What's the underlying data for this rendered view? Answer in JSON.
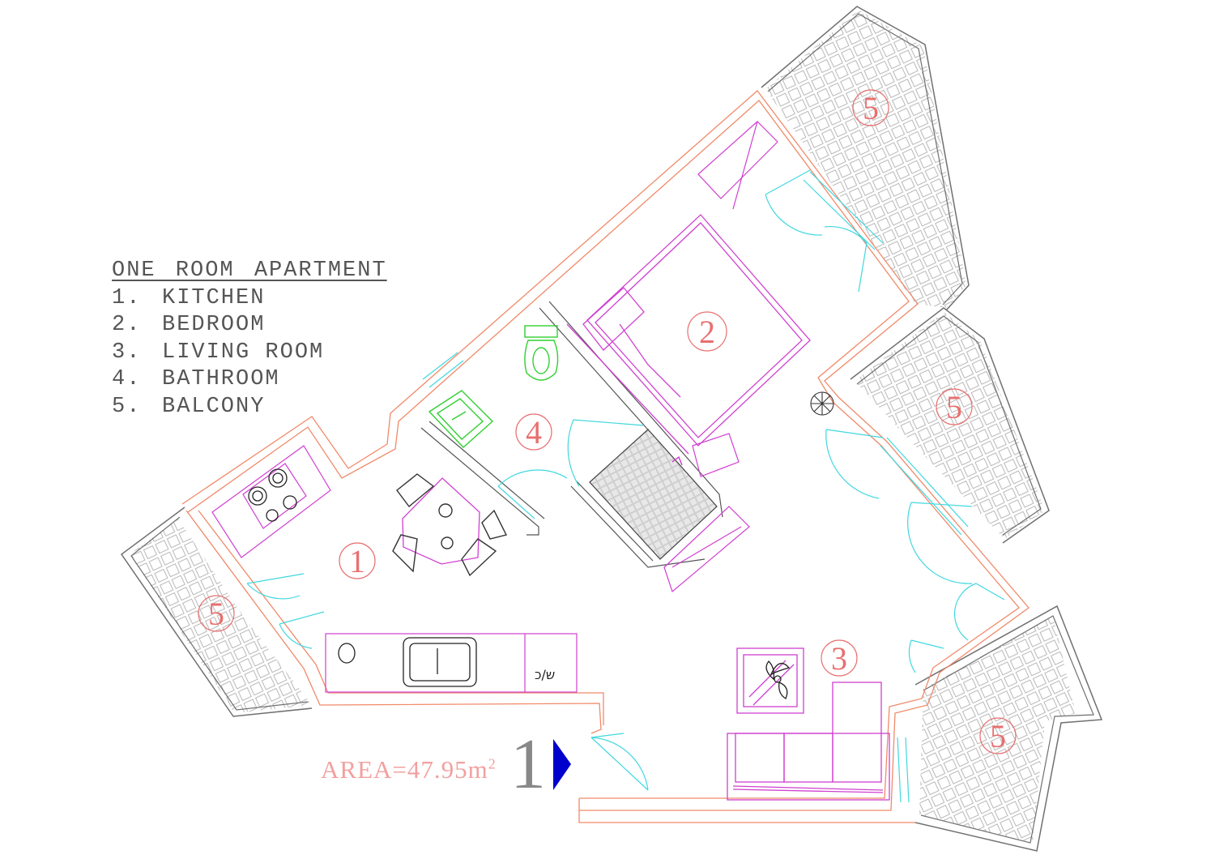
{
  "legend": {
    "title": "ONE ROOM APARTMENT",
    "items": [
      {
        "num": "1.",
        "label": "KITCHEN"
      },
      {
        "num": "2.",
        "label": "BEDROOM"
      },
      {
        "num": "3.",
        "label": "LIVING ROOM"
      },
      {
        "num": "4.",
        "label": "BATHROOM"
      },
      {
        "num": "5.",
        "label": "BALCONY"
      }
    ]
  },
  "area": {
    "prefix": "AREA=47.95m",
    "unit_sup": "2"
  },
  "sheet_number": "1",
  "room_tags": {
    "kitchen": "1",
    "bedroom": "2",
    "living": "3",
    "bathroom": "4",
    "balcony_top": "5",
    "balcony_right": "5",
    "balcony_left": "5",
    "balcony_bottom": "5"
  },
  "colors": {
    "wall_inner": "#f08a6a",
    "wall_outer": "#707070",
    "furniture": "#d040d0",
    "door": "#40d8e0",
    "fixture": "#30d030",
    "tag": "#e87070",
    "arrow": "#0000cc"
  }
}
